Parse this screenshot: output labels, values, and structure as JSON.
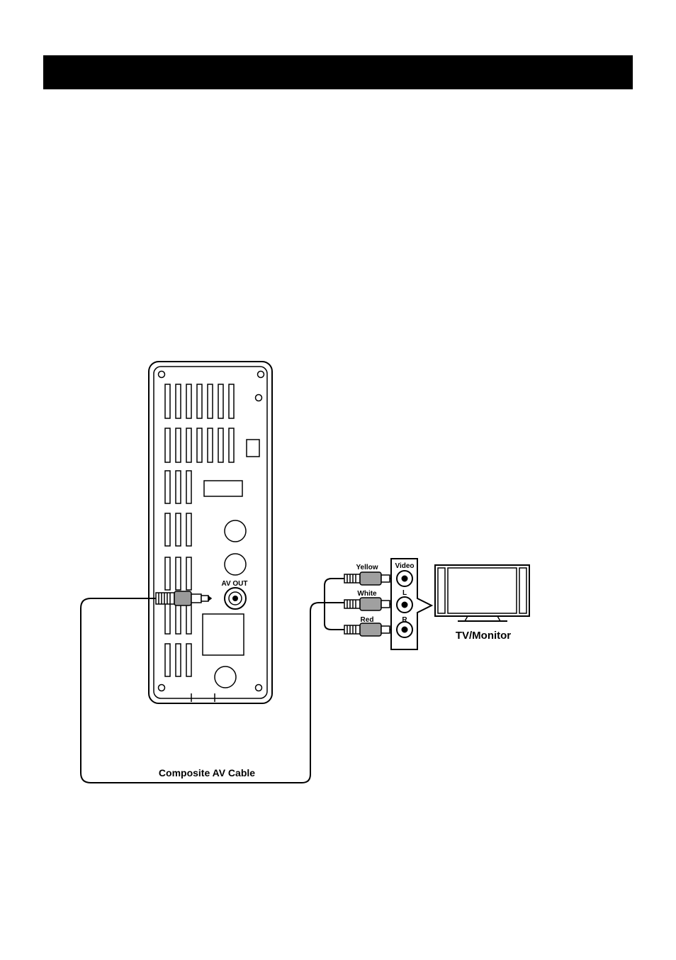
{
  "header": {
    "title": ""
  },
  "colors": {
    "bar": "#000000",
    "line": "#000000",
    "background": "#ffffff"
  },
  "device": {
    "av_out_label": "AV OUT"
  },
  "cable": {
    "label": "Composite AV Cable",
    "plugs": {
      "yellow": "Yellow",
      "white": "White",
      "red": "Red"
    }
  },
  "tv_inputs": {
    "video": "Video",
    "left": "L",
    "right": "R"
  },
  "tv": {
    "label": "TV/Monitor"
  }
}
